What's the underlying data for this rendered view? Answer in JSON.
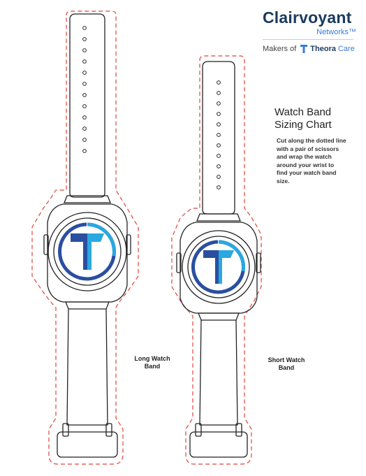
{
  "brand": {
    "name": "Clairvoyant",
    "sub": "Networks™",
    "makers_prefix": "Makers of",
    "partner": "Theora",
    "partner_suffix": "Care"
  },
  "heading": {
    "line1": "Watch Band",
    "line2": "Sizing Chart"
  },
  "instructions": "Cut along the dotted line with a pair of scissors and wrap the watch around your wrist to find your watch band size.",
  "bands": [
    {
      "label_line1": "Long Watch",
      "label_line2": "Band"
    },
    {
      "label_line1": "Short Watch",
      "label_line2": "Band"
    }
  ],
  "colors": {
    "brand_navy": "#1a3a5c",
    "brand_blue": "#3a7bd5",
    "cut_line": "#e0453a",
    "logo_dark": "#2a4fa0",
    "logo_light": "#2aa8e0"
  }
}
